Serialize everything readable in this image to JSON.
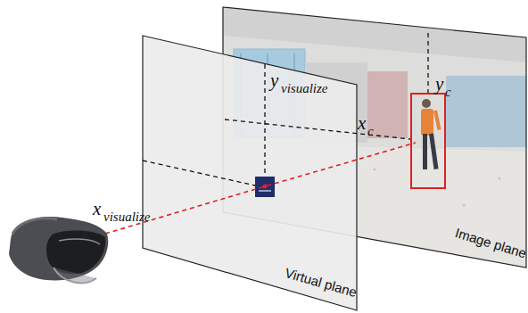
{
  "diagram": {
    "labels": [
      "x",
      "visualize",
      "y",
      "visualize",
      "x",
      "c",
      "y",
      "c",
      "Virtual plane",
      "Image plane"
    ]
  }
}
